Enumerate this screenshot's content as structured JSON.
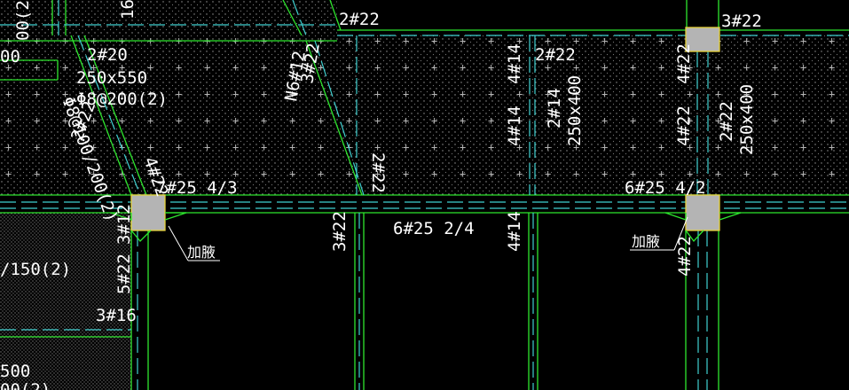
{
  "labels": {
    "top_2_22": "2#22",
    "top_right_3_22": "3#22",
    "beam_2_20": "2#20",
    "beam_size_250x550": "250x550",
    "stirrup_8_200_2": "Φ8@200(2)",
    "diag_22": "2#22",
    "diag_8_100_200": "Φ8@100/200(2)",
    "n6_12": "N6#12",
    "v_3_22_upper": "3#22",
    "v_4_14_top": "4#14",
    "v_2_22_mid": "2#22",
    "v_4_14_mid": "4#14",
    "v_2_14": "2#14",
    "v_250x400": "250x400",
    "top_mid_2_22": "2#22",
    "v_4_22_right_top": "4#22",
    "v_4_22_right_mid": "4#22",
    "v_2_22_right": "2#22",
    "v_250x400_right": "250x400",
    "v_4_22_left": "4#22",
    "h_7_25": "7#25 4/3",
    "h_6_25_right": "6#25 4/2",
    "v_3_22_lower": "3#22",
    "h_6_25_mid": "6#25 2/4",
    "v_4_14_lower": "4#14",
    "jiaye_left": "加腋",
    "jiaye_right": "加腋",
    "v_3_12": "3#12",
    "v_5_22": "5#22",
    "v_4_22_right_low": "4#22",
    "h_3_16": "3#16",
    "left_150": "/150(2)",
    "left_500": "500",
    "left_top_00": "00",
    "left_top_02": "00(2)",
    "top_16": "16",
    "left_bottom_2": "00(2)"
  },
  "colors": {
    "background": "#000000",
    "beam_line": "#2ee62e",
    "dash_line": "#3fd0d0",
    "column_fill": "#b4b4b4",
    "column_edge": "#e6d23a",
    "text": "#ffffff"
  }
}
